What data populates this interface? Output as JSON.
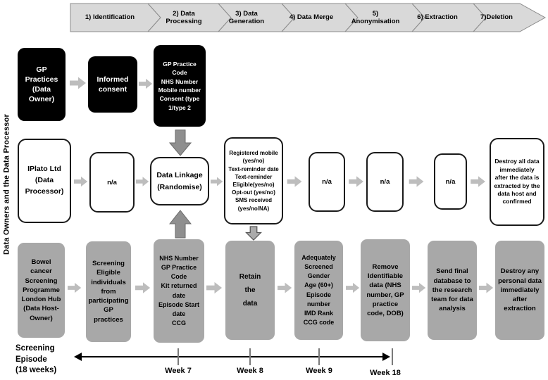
{
  "sidebar": {
    "label": "Data Owners and the Data Processor"
  },
  "process_steps": [
    {
      "label": "1) Identification"
    },
    {
      "label": "2) Data\nProcessing"
    },
    {
      "label": "3) Data\nGeneration"
    },
    {
      "label": "4) Data Merge"
    },
    {
      "label": "5)\nAnonymisation"
    },
    {
      "label": "6) Extraction"
    },
    {
      "label": "7)Deletion"
    }
  ],
  "owner_row": {
    "gp_practices": "GP Practices\n(Data Owner)",
    "informed_consent": "Informed consent",
    "identifiers": "GP Practice Code\nNHS Number\nMobile number\nConsent (type 1/type 2"
  },
  "processor_row": {
    "iplato": "IPlato Ltd\n(Data Processor)",
    "na_1": "n/a",
    "data_linkage": "Data Linkage\n(Randomise)",
    "sms_fields": "Registered mobile (yes/no)\nText-reminder date\nText-reminder Eligible(yes/no)\nOpt-out (yes/no)\nSMS received (yes/no/NA)",
    "na_2": "n/a",
    "na_3": "n/a",
    "na_4": "n/a",
    "destroy_all": "Destroy  all data immediately after the data is extracted by the data host and confirmed"
  },
  "host_row": {
    "bowel_hub": "Bowel cancer Screening Programme London Hub (Data Host-Owner)",
    "screening_eligible": "Screening Eligible individuals from participating GP practices",
    "episode_fields": "NHS Number\nGP Practice Code\nKit returned date\nEpisode Start date\nCCG",
    "retain": "Retain\nthe\ndata",
    "screened_fields": "Adequately Screened\nGender\nAge (60+)\nEpisode number\nIMD Rank\nCCG code",
    "remove_identifiable": "Remove Identifiable data  (NHS number, GP practice code, DOB)",
    "send_final": "Send final database to the research team for data analysis",
    "destroy_personal": "Destroy any personal data immediately after extraction"
  },
  "timeline": {
    "label": "Screening\nEpisode\n(18 weeks)",
    "weeks": [
      "Week 7",
      "Week 8",
      "Week 9",
      "Week 18"
    ]
  },
  "colors": {
    "black_box": "#000000",
    "gray_box": "#a8a8a8",
    "chevron_fill": "#d9d9d9",
    "arrow_light": "#bdbdbd",
    "arrow_dark": "#8f8f8f"
  }
}
